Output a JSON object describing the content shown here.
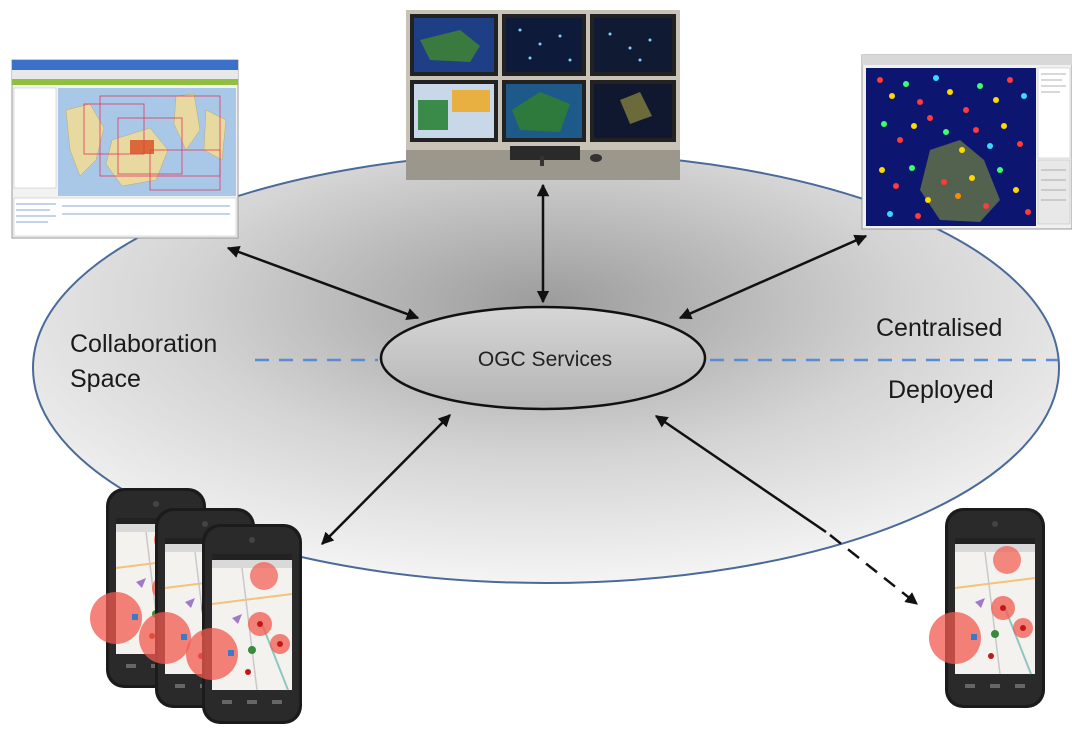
{
  "diagram": {
    "center_node": "OGC Services",
    "left_labels": [
      "Collaboration",
      "Space"
    ],
    "right_top_label": "Centralised",
    "right_bottom_label": "Deployed",
    "colors": {
      "outer_ellipse_stroke": "#4a6a9a",
      "divider_dash": "#5b8bd0",
      "center_fill": "#c4c4c4",
      "arrow": "#111111"
    }
  },
  "nodes": [
    {
      "id": "desktop-gis-client",
      "icon": "desktop-map-screenshot"
    },
    {
      "id": "command-center-monitors",
      "icon": "multi-monitor-workstation"
    },
    {
      "id": "heatmap-client",
      "icon": "point-density-map-screenshot"
    },
    {
      "id": "mobile-devices-group",
      "icon": "smartphones-stack"
    },
    {
      "id": "deployed-mobile-device",
      "icon": "smartphone"
    }
  ]
}
